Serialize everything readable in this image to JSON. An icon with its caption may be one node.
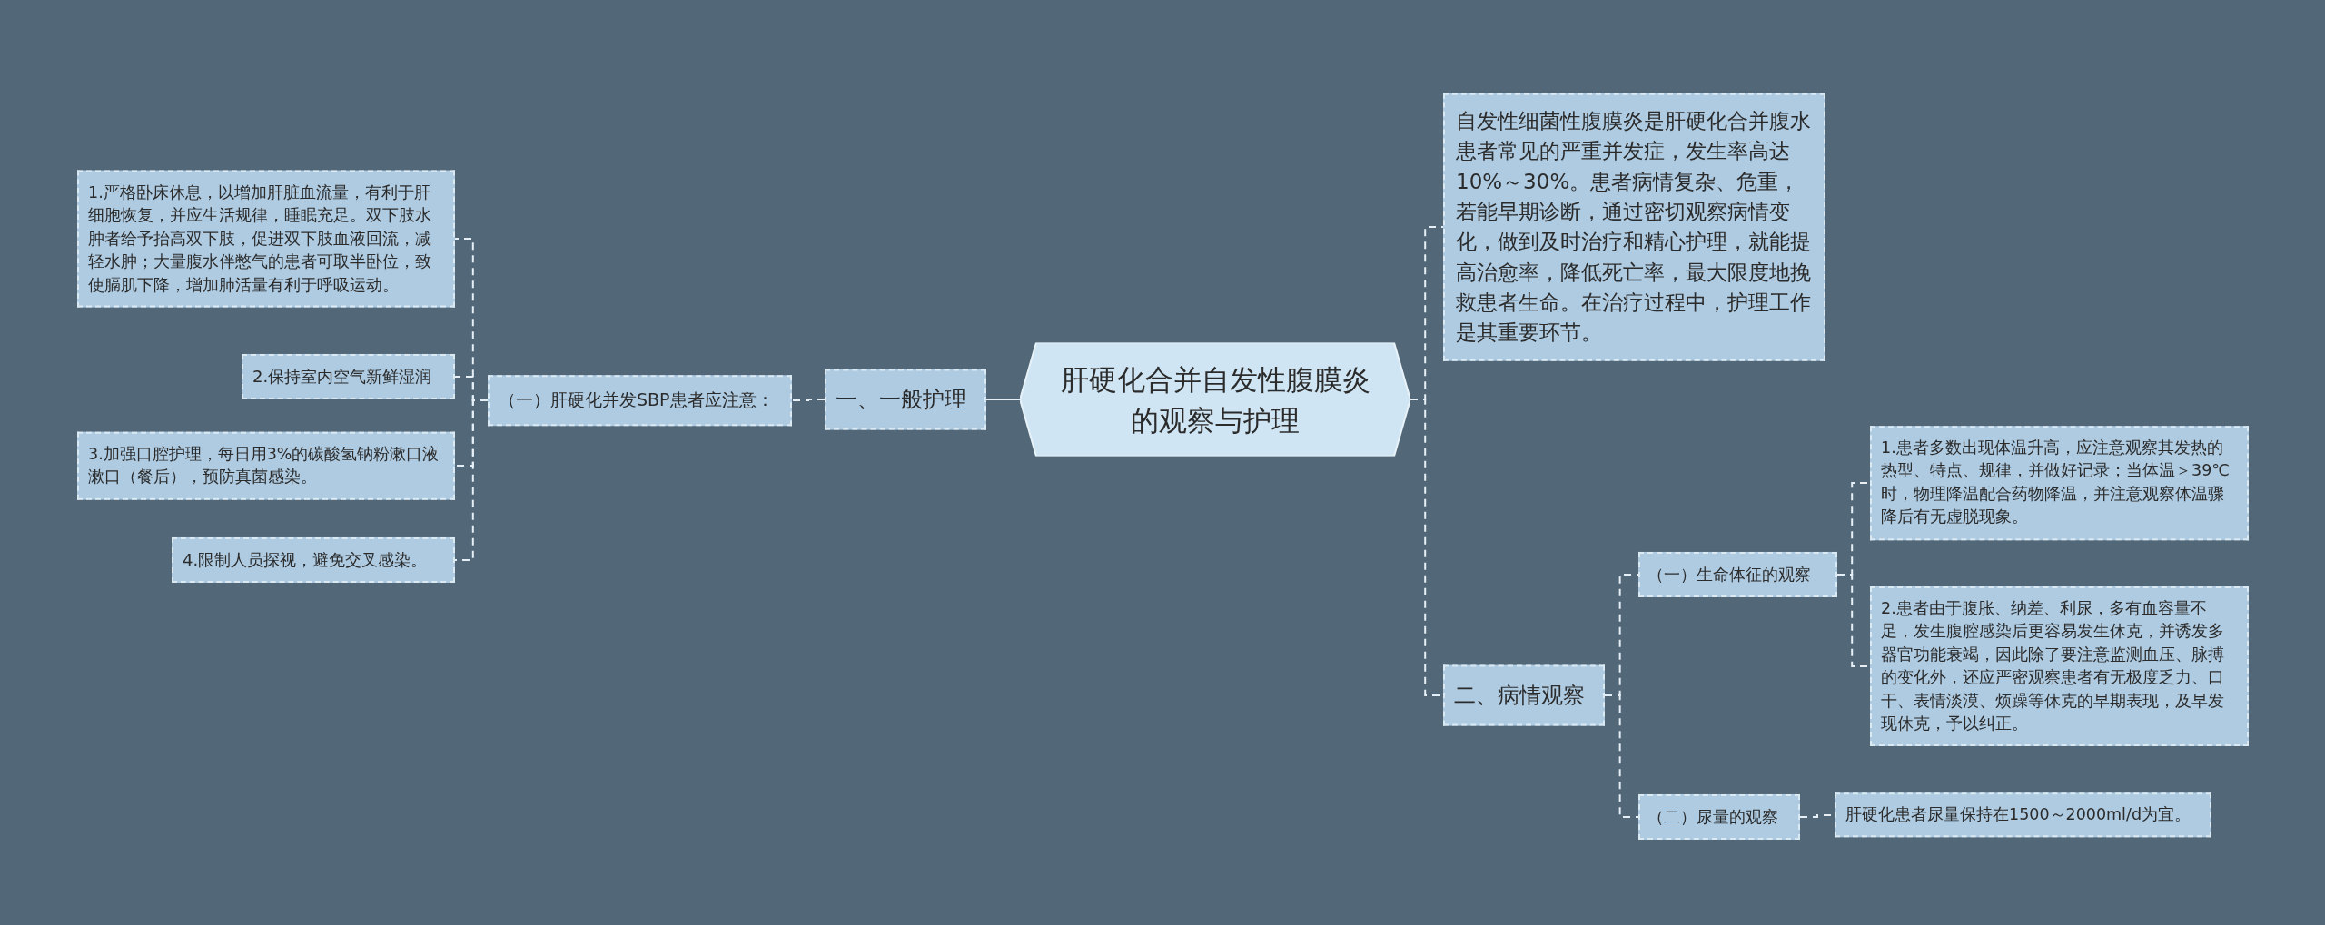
{
  "diagram": {
    "nodes": [
      {
        "text": [
          "肝硬化合并自发性腹膜炎的观察与护理"
        ]
      },
      {
        "text": [
          "一、一般护理"
        ]
      },
      {
        "text": [
          "（一）肝硬化并发SBP患者应注意："
        ]
      },
      {
        "text": [
          "1.严格卧床休息，以增加肝脏血流量，有利于肝细胞恢复，并应生活规律，睡眠充足。双下肢水肿者给予抬高双下肢，促进双下肢血液回流，减轻水肿；大量腹水伴憋气的患者可取半卧位，致使膈肌下降，增加肺活量有利于呼吸运动。"
        ]
      },
      {
        "text": [
          "2.保持室内空气新鲜湿润"
        ]
      },
      {
        "text": [
          "3.加强口腔护理，每日用3%的碳酸氢钠粉漱口液漱口（餐后），预防真菌感染。"
        ]
      },
      {
        "text": [
          "4.限制人员探视，避免交叉感染。"
        ]
      },
      {
        "text": [
          "自发性细菌性腹膜炎是肝硬化合并腹水患者常见的严重并发症，发生率高达10%～30%。患者病情复杂、危重，若能早期诊断，通过密切观察病情变化，做到及时治疗和精心护理，就能提高治愈率，降低死亡率，最大限度地挽救患者生命。在治疗过程中，护理工作是其重要环节。"
        ]
      },
      {
        "text": [
          "二、病情观察"
        ]
      },
      {
        "text": [
          "（一）生命体征的观察"
        ]
      },
      {
        "text": [
          "1.患者多数出现体温升高，应注意观察其发热的热型、特点、规律，并做好记录；当体温＞39℃时，物理降温配合药物降温，并注意观察体温骤降后有无虚脱现象。"
        ]
      },
      {
        "text": [
          "2.患者由于腹胀、纳差、利尿，多有血容量不足，发生腹腔感染后更容易发生休克，并诱发多器官功能衰竭，因此除了要注意监测血压、脉搏的变化外，还应严密观察患者有无极度乏力、口干、表情淡漠、烦躁等休克的早期表现，及早发现休克，予以纠正。"
        ]
      },
      {
        "text": [
          "（二）尿量的观察"
        ]
      },
      {
        "text": [
          "肝硬化患者尿量保持在1500～2000ml/d为宜。"
        ]
      }
    ],
    "edges": [
      {
        "from": 0,
        "to": 1,
        "arrow": "none"
      },
      {
        "from": 1,
        "to": 2,
        "arrow": "none",
        "style": "dashed"
      },
      {
        "from": 2,
        "to": 3,
        "arrow": "none",
        "style": "dashed"
      },
      {
        "from": 2,
        "to": 4,
        "arrow": "none",
        "style": "dashed"
      },
      {
        "from": 2,
        "to": 5,
        "arrow": "none",
        "style": "dashed"
      },
      {
        "from": 2,
        "to": 6,
        "arrow": "none",
        "style": "dashed"
      },
      {
        "from": 0,
        "to": 7,
        "arrow": "none",
        "style": "dashed"
      },
      {
        "from": 0,
        "to": 8,
        "arrow": "none",
        "style": "dashed"
      },
      {
        "from": 8,
        "to": 9,
        "arrow": "none",
        "style": "dashed"
      },
      {
        "from": 8,
        "to": 12,
        "arrow": "none",
        "style": "dashed"
      },
      {
        "from": 9,
        "to": 10,
        "arrow": "none",
        "style": "dashed"
      },
      {
        "from": 9,
        "to": 11,
        "arrow": "none",
        "style": "dashed"
      },
      {
        "from": 12,
        "to": 13,
        "arrow": "none",
        "style": "dashed"
      }
    ]
  }
}
